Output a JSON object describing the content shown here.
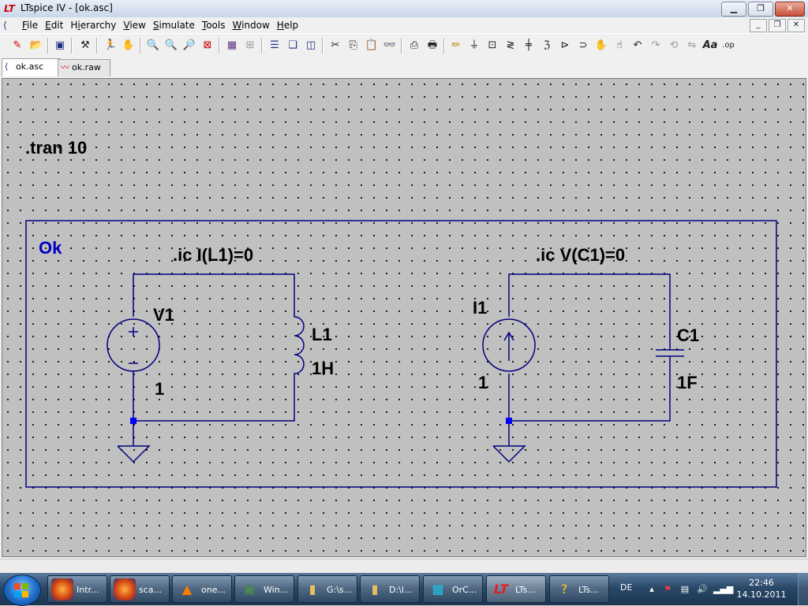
{
  "window": {
    "title": "LTspice IV - [ok.asc]"
  },
  "menu": [
    {
      "pre": "",
      "u": "F",
      "post": "ile"
    },
    {
      "pre": "",
      "u": "E",
      "post": "dit"
    },
    {
      "pre": "H",
      "u": "i",
      "post": "erarchy"
    },
    {
      "pre": "",
      "u": "V",
      "post": "iew"
    },
    {
      "pre": "",
      "u": "S",
      "post": "imulate"
    },
    {
      "pre": "",
      "u": "T",
      "post": "ools"
    },
    {
      "pre": "",
      "u": "W",
      "post": "indow"
    },
    {
      "pre": "",
      "u": "H",
      "post": "elp"
    }
  ],
  "tabs": [
    {
      "label": "ok.asc",
      "active": true
    },
    {
      "label": "ok.raw",
      "active": false
    }
  ],
  "schematic": {
    "directive_tran": ".tran 10",
    "box_label": "Ok",
    "ic_left": ".ic I(L1)=0",
    "ic_right": ".ic V(C1)=0",
    "v1_name": "V1",
    "v1_value": "1",
    "l1_name": "L1",
    "l1_value": "1H",
    "i1_name": "I1",
    "i1_value": "1",
    "c1_name": "C1",
    "c1_value": "1F",
    "colors": {
      "wire": "#000080",
      "text": "#000000",
      "label": "#0000c8",
      "junction": "#0000ff"
    }
  },
  "taskbar": {
    "buttons": [
      {
        "label": "Intr...",
        "icon": "firefox-icon"
      },
      {
        "label": "sca...",
        "icon": "firefox-icon"
      },
      {
        "label": "one...",
        "icon": "vlc-icon"
      },
      {
        "label": "Win...",
        "icon": "monitor-icon"
      },
      {
        "label": "G:\\s...",
        "icon": "folder-icon"
      },
      {
        "label": "D:\\l...",
        "icon": "folder-icon"
      },
      {
        "label": "OrC...",
        "icon": "chip-icon"
      },
      {
        "label": "LTs...",
        "icon": "ltspice-icon"
      },
      {
        "label": "LTs...",
        "icon": "help-icon"
      }
    ],
    "lang": "DE",
    "time": "22:46",
    "date": "14.10.2011"
  }
}
